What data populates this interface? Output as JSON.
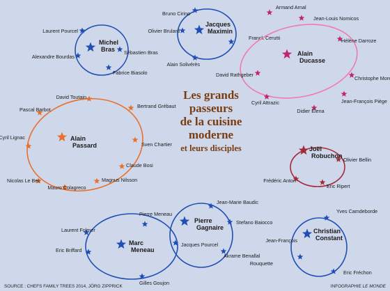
{
  "title": {
    "lines": [
      "Les grands",
      "passeurs",
      "de la cuisine",
      "moderne"
    ],
    "subtitle": "et leurs disciples"
  },
  "source": "SOURCE : CHEFS FAMILY TREES 2014, JÖRG ZIPPRICK",
  "credit": {
    "prefix": "INFOGRAPHIE ",
    "outlet": "LE MONDE"
  },
  "colors": {
    "background": "#cfd8ea",
    "blue": "#1f4fb3",
    "pink": "#f07aaf",
    "ducasse_star": "#c0266f",
    "orange": "#e8702a",
    "robuchon": "#a32a3a",
    "title": "#7a3d12"
  },
  "groups": [
    {
      "id": "michel-bras",
      "master": [
        "Michel",
        "Bras"
      ],
      "color": "blue",
      "star_color": "blue",
      "disciples": [
        "Laurent Pourcel",
        "Sébastien Bras",
        "Alexandre Bourdas",
        "Fabrice Biasolo"
      ]
    },
    {
      "id": "jacques-maximin",
      "master": [
        "Jacques",
        "Maximin"
      ],
      "color": "blue",
      "star_color": "blue",
      "disciples": [
        "Bruno Cirino",
        "Olivier Brulard",
        "Alain Solivérès",
        "Franck Cerutti"
      ]
    },
    {
      "id": "alain-ducasse",
      "master": [
        "Alain",
        "Ducasse"
      ],
      "color": "pink",
      "star_color": "ducasse_star",
      "disciples": [
        "Armand Arnal",
        "Jean-Louis Nomicos",
        "Hélène Darroze",
        "Christophe Moret",
        "Jean-François Piège",
        "Didier Elena",
        "Cyril Attrazic",
        "David Rathgeber"
      ]
    },
    {
      "id": "alain-passard",
      "master": [
        "Alain",
        "Passard"
      ],
      "color": "orange",
      "star_color": "orange",
      "disciples": [
        "David Toutain",
        "Bertrand Grébaut",
        "Pascal Barbot",
        "Cyril Lignac",
        "Sven Chartier",
        "Claude Bosi",
        "Nicolas Le Bec",
        "Magnus Nilsson",
        "Mauro Colagreco"
      ]
    },
    {
      "id": "joel-robuchon",
      "master": [
        "Joël",
        "Robuchon"
      ],
      "color": "robuchon",
      "star_color": "robuchon",
      "disciples": [
        "Olivier Bellin",
        "Frédéric Anton",
        "Eric Ripert"
      ]
    },
    {
      "id": "marc-meneau",
      "master": [
        "Marc",
        "Meneau"
      ],
      "color": "blue",
      "star_color": "blue",
      "disciples": [
        "Pierre Meneau",
        "Laurent Folmer",
        "Eric Briffard",
        "Gilles Goujon"
      ]
    },
    {
      "id": "pierre-gagnaire",
      "master": [
        "Pierre",
        "Gagnaire"
      ],
      "color": "blue",
      "star_color": "blue",
      "disciples": [
        "Jean-Marie Baudic",
        "Stefano Baiocco",
        "Jacques Pourcel",
        "Akrame Benallal"
      ]
    },
    {
      "id": "christian-constant",
      "master": [
        "Christian",
        "Constant"
      ],
      "color": "blue",
      "star_color": "blue",
      "disciples": [
        "Yves Camdeborde",
        "Jean-François Rouquette",
        "Eric Fréchon"
      ]
    }
  ]
}
